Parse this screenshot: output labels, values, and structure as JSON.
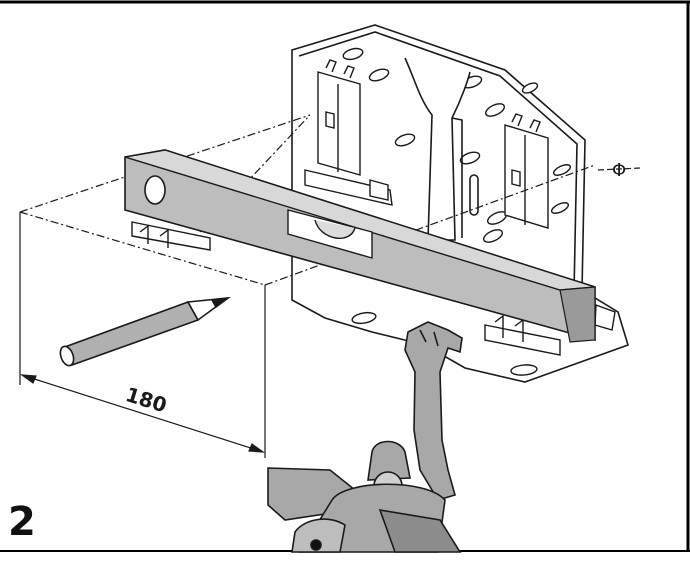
{
  "figure": {
    "step_number": "2",
    "dimension_label": "180",
    "axis_symbol": "Φ"
  },
  "colors": {
    "stroke": "#1a1a1a",
    "level_fill": "#bdbdbd",
    "level_dark": "#8c8c8c",
    "pencil_fill": "#b0b0b0",
    "valve_fill": "#a8a8a8",
    "frame": "#000000"
  },
  "icons": {
    "level": "spirit-level",
    "pencil": "pencil",
    "plate": "wall-mounting-plate",
    "tool": "wrench-tool",
    "valve": "mixing-valve-body"
  }
}
